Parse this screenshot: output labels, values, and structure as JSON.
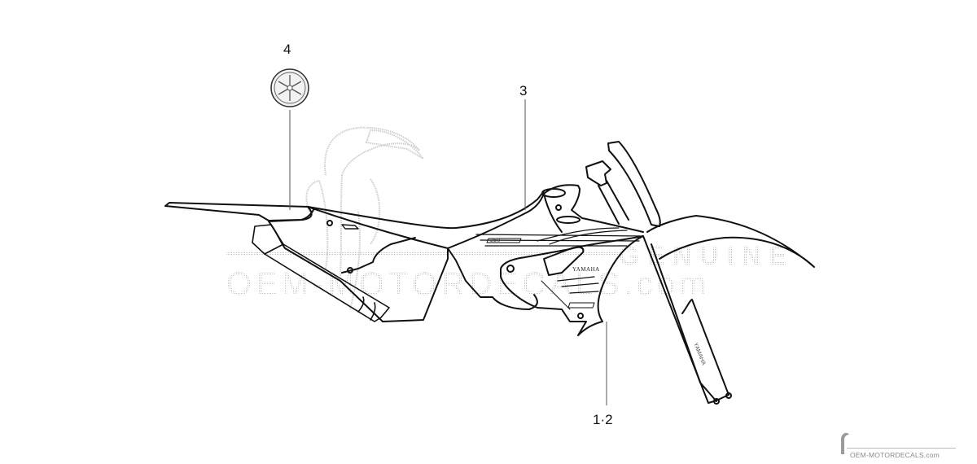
{
  "diagram": {
    "type": "parts-exploded-view",
    "subject": "motorcycle body graphics / decals",
    "callouts": [
      {
        "id": "4",
        "label": "4",
        "part": "yamaha-tuning-fork-emblem"
      },
      {
        "id": "3",
        "label": "3",
        "part": "tank-shroud-graphic"
      },
      {
        "id": "1-2",
        "label": "1·2",
        "part": "radiator-shroud-graphics"
      }
    ],
    "decal_texts": {
      "shroud_brand": "YAMAHA",
      "fork_brand": "YAMAHA",
      "model_number": "250"
    }
  },
  "watermark": {
    "line1": "GENUINE",
    "line2": "OEM-MOTORDECALS.com",
    "color": "#c8c8c8"
  },
  "footer": {
    "brand": "OEM-MOTORDECALS.com",
    "color": "#8a8a8a"
  },
  "colors": {
    "line": "#111111",
    "leader": "#555555",
    "background": "#ffffff"
  }
}
